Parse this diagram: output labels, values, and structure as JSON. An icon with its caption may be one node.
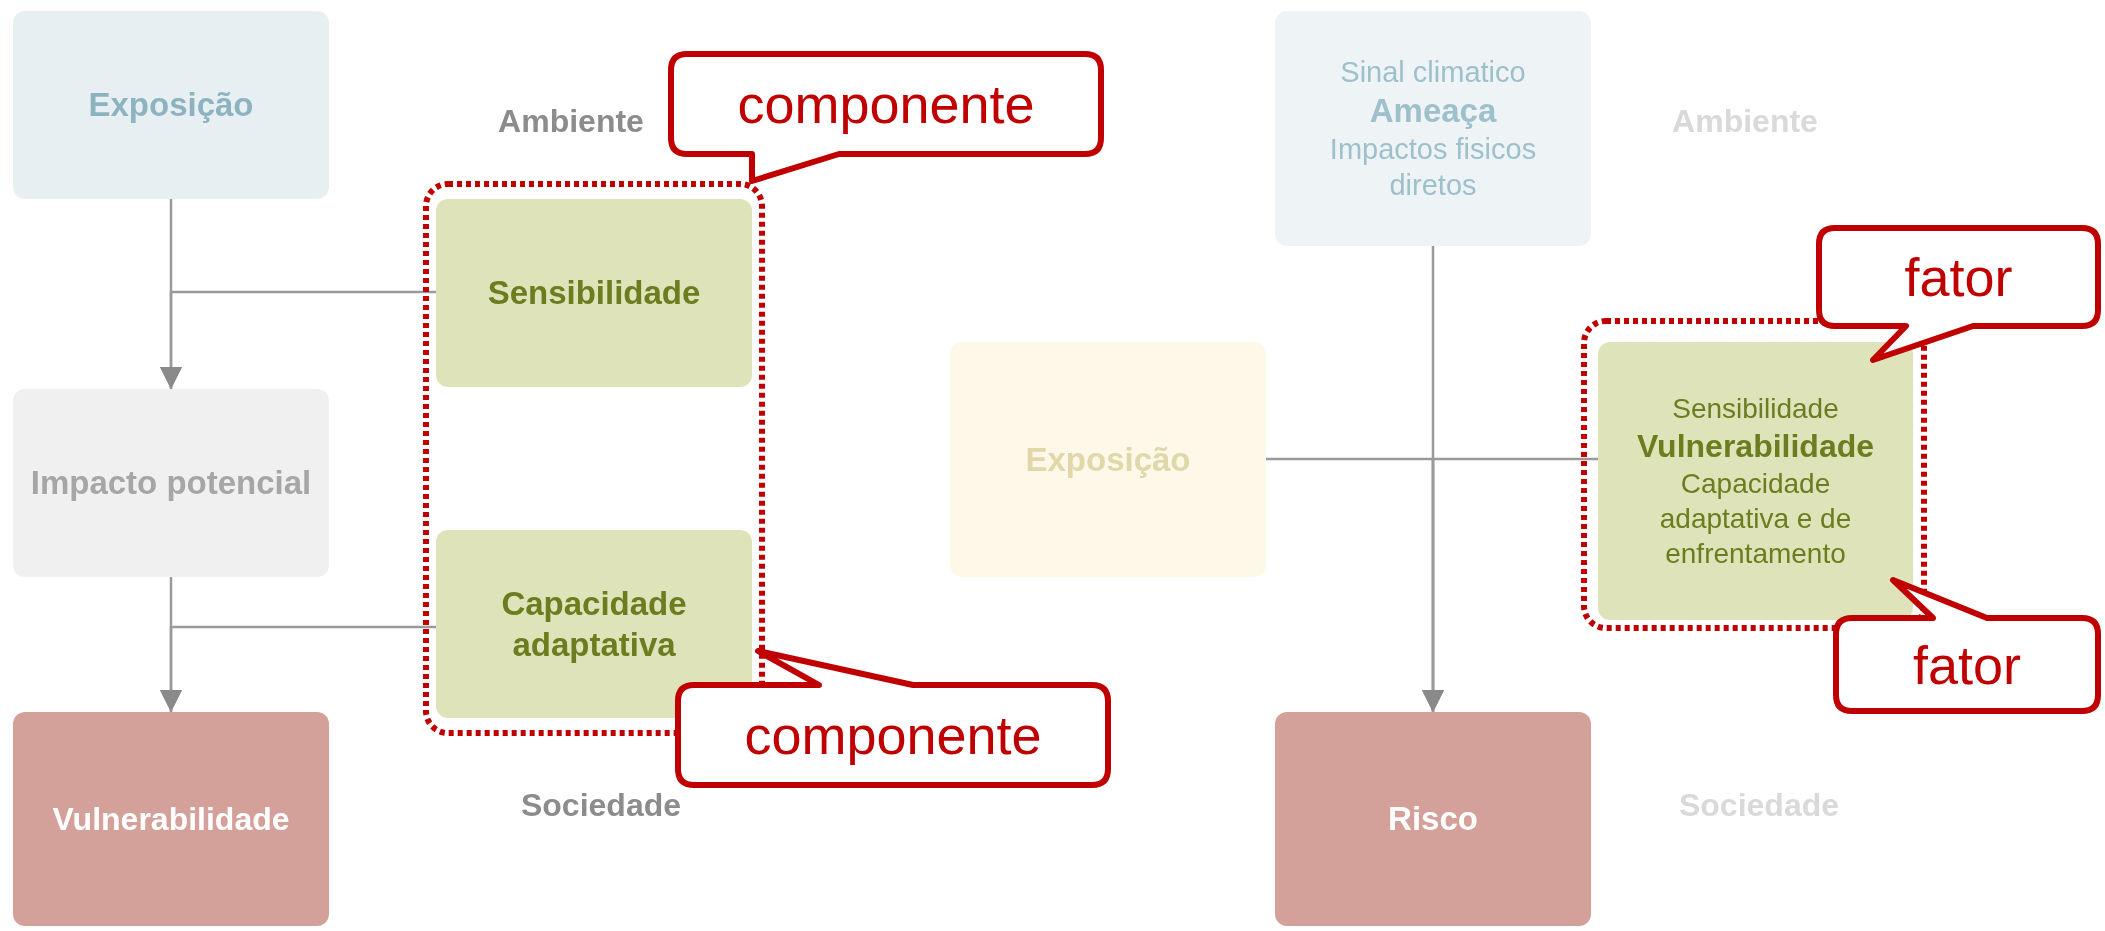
{
  "diagram": {
    "nodes": [
      {
        "text": [
          "Exposição"
        ]
      },
      {
        "text": [],
        "shape": "box"
      },
      {
        "text": [
          "Sensibilidade"
        ],
        "in": 1
      },
      {
        "text": [
          "Impacto potencial"
        ]
      },
      {
        "text": [
          "Capacidade adaptativa"
        ],
        "in": 1
      },
      {
        "text": [
          "Vulnerabilidade"
        ]
      },
      {
        "text": [
          "componente"
        ]
      },
      {
        "text": [
          "componente"
        ]
      },
      {
        "text": [
          "Sinal climatico",
          "Ameaça",
          "Impactos fisicos diretos"
        ]
      },
      {
        "text": [
          "Exposição"
        ]
      },
      {
        "text": [],
        "shape": "box"
      },
      {
        "text": [
          "Sensibilidade",
          "Vulnerabilidade",
          "Capacidade adaptativa e de enfrentamento"
        ],
        "in": 10
      },
      {
        "text": [
          "Risco"
        ]
      },
      {
        "text": [
          "fator"
        ]
      },
      {
        "text": [
          "fator"
        ]
      }
    ],
    "edges": [
      {
        "from": 0,
        "to": 3,
        "arrow": "to"
      },
      {
        "from": 2,
        "to": 3,
        "arrow": "to"
      },
      {
        "from": 3,
        "to": 5,
        "arrow": "to"
      },
      {
        "from": 4,
        "to": 5,
        "arrow": "to"
      },
      {
        "from": 8,
        "to": 12,
        "arrow": "to"
      },
      {
        "from": 9,
        "to": 12,
        "arrow": "to"
      },
      {
        "from": 11,
        "to": 12,
        "arrow": "to"
      }
    ],
    "labels": [
      "Ambiente",
      "Sociedade",
      "Ambiente",
      "Sociedade"
    ]
  }
}
